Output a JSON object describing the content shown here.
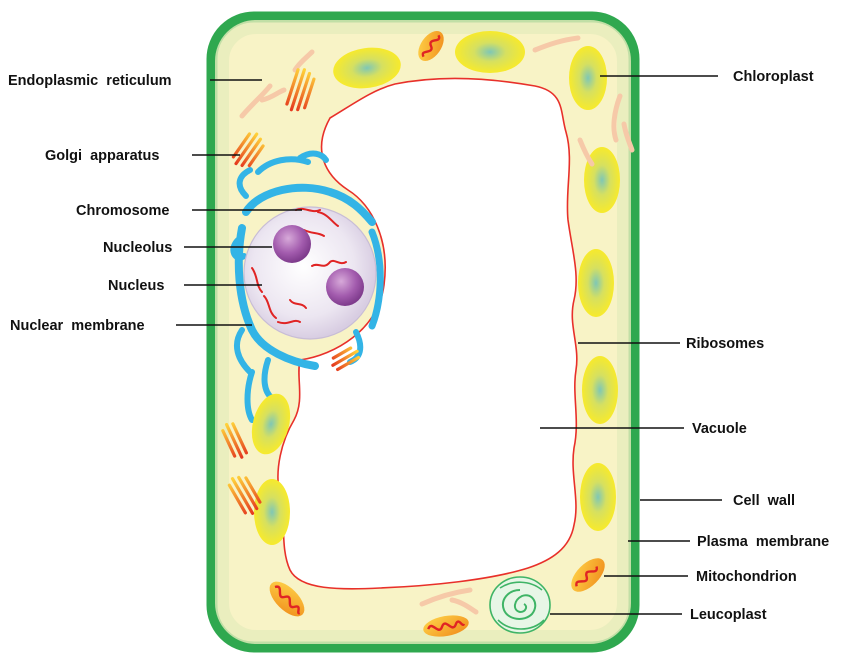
{
  "labels": {
    "endoplasmic_reticulum": "Endoplasmic  reticulum",
    "golgi_apparatus": "Golgi  apparatus",
    "chromosome": "Chromosome",
    "nucleolus": "Nucleolus",
    "nucleus": "Nucleus",
    "nuclear_membrane": "Nuclear  membrane",
    "chloroplast": "Chloroplast",
    "ribosomes": "Ribosomes",
    "vacuole": "Vacuole",
    "cell_wall": "Cell  wall",
    "plasma_membrane": "Plasma  membrane",
    "mitochondrion": "Mitochondrion",
    "leucoplast": "Leucoplast"
  },
  "colors": {
    "cell_wall": "#2fa84f",
    "cytoplasm": "#f8f3c6",
    "plasma_membrane": "#e8302a",
    "vacuole": "#ffffff",
    "nuclear_envelope": "#33b4e6",
    "nucleus": "#e7e0ee",
    "nucleolus": "#9a4fa4",
    "chloroplast": "#f4e633",
    "mitochondrion": "#f2a321",
    "leucoplast": "#3fb466"
  }
}
